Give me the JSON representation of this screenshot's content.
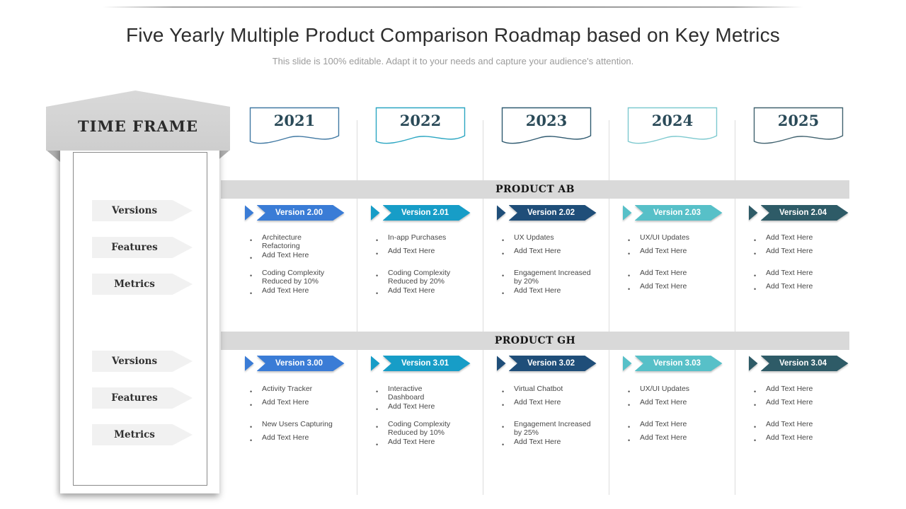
{
  "slide": {
    "title": "Five Yearly Multiple Product Comparison Roadmap based on Key Metrics",
    "subtitle": "This slide is 100% editable. Adapt it to your needs and capture your audience's attention."
  },
  "timeframe": {
    "label": "TIME FRAME",
    "rows": [
      "Versions",
      "Features",
      "Metrics",
      "Versions",
      "Features",
      "Metrics"
    ]
  },
  "years": [
    {
      "label": "2021",
      "color": "#4179A3"
    },
    {
      "label": "2022",
      "color": "#2BA6C2"
    },
    {
      "label": "2023",
      "color": "#2F5A70"
    },
    {
      "label": "2024",
      "color": "#7DC9CF"
    },
    {
      "label": "2025",
      "color": "#40626F"
    }
  ],
  "products": [
    {
      "name": "PRODUCT AB",
      "versions": [
        {
          "label": "Version 2.00",
          "color": "#3A7CD6",
          "features": [
            [
              "Architecture",
              "Refactoring"
            ],
            [
              "Add Text Here"
            ]
          ],
          "metrics": [
            [
              "Coding Complexity",
              "Reduced by 10%"
            ],
            [
              "Add Text Here"
            ]
          ]
        },
        {
          "label": "Version 2.01",
          "color": "#179DC7",
          "features": [
            [
              "In-app Purchases"
            ],
            [
              "Add Text Here"
            ]
          ],
          "metrics": [
            [
              "Coding Complexity",
              "Reduced by 20%"
            ],
            [
              "Add Text Here"
            ]
          ]
        },
        {
          "label": "Version 2.02",
          "color": "#1F4E79",
          "features": [
            [
              "UX Updates"
            ],
            [
              "Add Text Here"
            ]
          ],
          "metrics": [
            [
              "Engagement Increased",
              "by 20%"
            ],
            [
              "Add Text Here"
            ]
          ]
        },
        {
          "label": "Version 2.03",
          "color": "#57C0C8",
          "features": [
            [
              "UX/UI Updates"
            ],
            [
              "Add Text Here"
            ]
          ],
          "metrics": [
            [
              "Add Text Here"
            ],
            [
              "Add Text Here"
            ]
          ]
        },
        {
          "label": "Version 2.04",
          "color": "#2E5B67",
          "features": [
            [
              "Add Text Here"
            ],
            [
              "Add Text Here"
            ]
          ],
          "metrics": [
            [
              "Add Text Here"
            ],
            [
              "Add Text Here"
            ]
          ]
        }
      ]
    },
    {
      "name": "PRODUCT GH",
      "versions": [
        {
          "label": "Version 3.00",
          "color": "#3A7CD6",
          "features": [
            [
              "Activity Tracker"
            ],
            [
              "Add Text Here"
            ]
          ],
          "metrics": [
            [
              "New Users Capturing"
            ],
            [
              "Add Text Here"
            ]
          ]
        },
        {
          "label": "Version 3.01",
          "color": "#179DC7",
          "features": [
            [
              "Interactive",
              "Dashboard"
            ],
            [
              "Add Text Here"
            ]
          ],
          "metrics": [
            [
              "Coding Complexity",
              "Reduced by 10%"
            ],
            [
              "Add Text Here"
            ]
          ]
        },
        {
          "label": "Version 3.02",
          "color": "#1F4E79",
          "features": [
            [
              "Virtual Chatbot"
            ],
            [
              "Add Text Here"
            ]
          ],
          "metrics": [
            [
              "Engagement Increased",
              "by 25%"
            ],
            [
              "Add Text Here"
            ]
          ]
        },
        {
          "label": "Version 3.03",
          "color": "#57C0C8",
          "features": [
            [
              "UX/UI Updates"
            ],
            [
              "Add Text Here"
            ]
          ],
          "metrics": [
            [
              "Add Text Here"
            ],
            [
              "Add Text Here"
            ]
          ]
        },
        {
          "label": "Version 3.04",
          "color": "#2E5B67",
          "features": [
            [
              "Add Text Here"
            ],
            [
              "Add Text Here"
            ]
          ],
          "metrics": [
            [
              "Add Text Here"
            ],
            [
              "Add Text Here"
            ]
          ]
        }
      ]
    }
  ]
}
